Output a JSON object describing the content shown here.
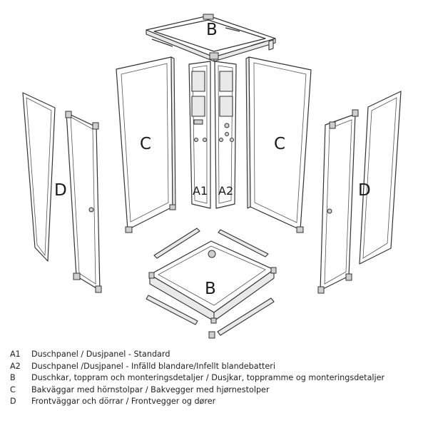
{
  "diagram": {
    "labels": {
      "tray_top": "B",
      "tray_bottom": "B",
      "left_back_wall": "C",
      "right_back_wall": "C",
      "left_front": "D",
      "right_front": "D",
      "panel_a1": "A1",
      "panel_a2": "A2"
    }
  },
  "legend": [
    {
      "code": "A1",
      "text": "Duschpanel / Dusjpanel - Standard"
    },
    {
      "code": "A2",
      "text": "Duschpanel /Dusjpanel - Infälld blandare/Infellt blandebatteri"
    },
    {
      "code": "B",
      "text": "Duschkar, toppram och monteringsdetaljer / Dusjkar, toppramme og monteringsdetaljer"
    },
    {
      "code": "C",
      "text": "Bakväggar med hörnstolpar / Bakvegger med hjørnestolper"
    },
    {
      "code": "D",
      "text": "Frontväggar och dörrar / Frontvegger og dører"
    }
  ]
}
